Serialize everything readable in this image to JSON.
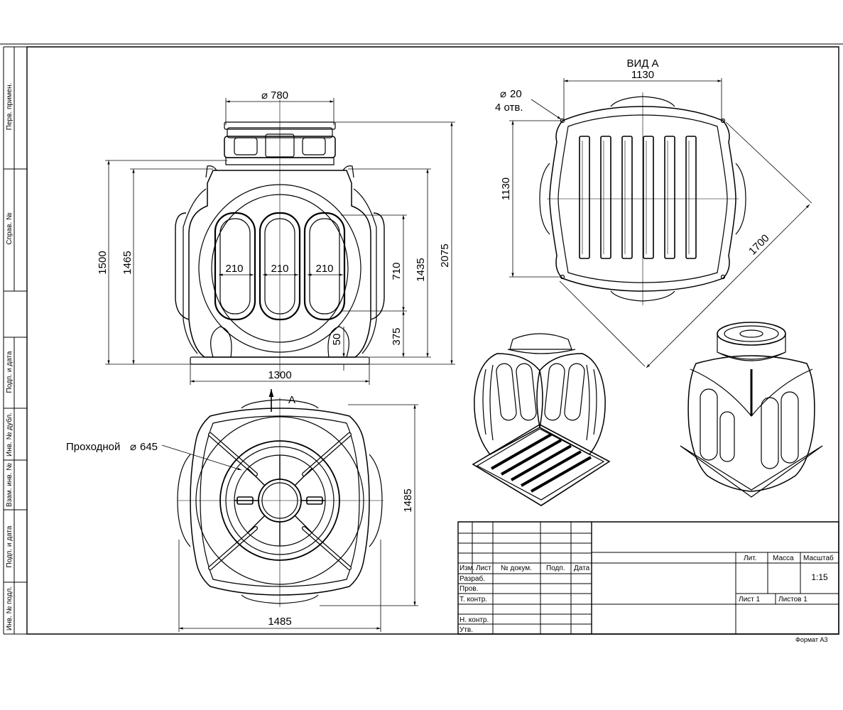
{
  "side_stamps": [
    "Перв. примен.",
    "Справ. №",
    "Подп. и дата",
    "Инв. № дубл.",
    "Взам. инв. №",
    "Подп. и дата",
    "Инв. № подл."
  ],
  "front_view": {
    "dims": {
      "top_diameter": "780",
      "height_body": "1500",
      "height_1465": "1465",
      "height_total": "2075",
      "height_1435": "1435",
      "slot_height": "710",
      "base_to_slot": "375",
      "base_thickness": "50",
      "width": "1300",
      "slot_w1": "210",
      "slot_w2": "210",
      "slot_w3": "210"
    }
  },
  "view_a": {
    "title": "ВИД А",
    "dims": {
      "width": "1130",
      "height": "1130",
      "diagonal": "1700",
      "hole_diameter": "20",
      "hole_count": "4 отв."
    }
  },
  "top_view": {
    "arrow_label": "А",
    "passage_label": "Проходной",
    "passage_diameter": "645",
    "dims": {
      "width": "1485",
      "height": "1485"
    }
  },
  "title_block": {
    "headers": [
      "Изм.",
      "Лист",
      "№ докум.",
      "Подп.",
      "Дата"
    ],
    "rows": [
      "Разраб.",
      "Пров.",
      "Т. контр.",
      "Н. контр.",
      "Утв."
    ],
    "lit_label": "Лит.",
    "mass_label": "Масса",
    "scale_label": "Масштаб",
    "scale_value": "1:15",
    "sheet_label": "Лист 1",
    "sheets_label": "Листов 1"
  },
  "format_label": "Формат А3"
}
